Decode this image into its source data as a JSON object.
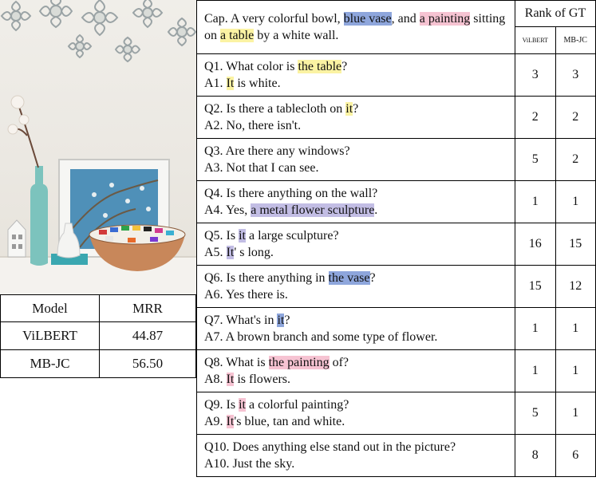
{
  "caption": {
    "pre": "Cap. A very colorful bowl, ",
    "h1": "blue vase",
    "mid1": ", and ",
    "h2": "a painting",
    "mid2": " sitting on ",
    "h3": "a table",
    "post": " by a white wall."
  },
  "rank_header": "Rank of GT",
  "rank_columns": [
    "ViLBERT",
    "MB-JC"
  ],
  "rounds": [
    {
      "q": [
        "Q1. What color is ",
        "the table",
        "?"
      ],
      "qh": "yellow",
      "a": [
        "A1. ",
        "It",
        " is white."
      ],
      "ah": "yellow",
      "ranks": [
        "3",
        "3"
      ]
    },
    {
      "q": [
        "Q2. Is there a tablecloth on ",
        "it",
        "?"
      ],
      "qh": "yellow",
      "a": [
        "A2. No, there isn't.",
        "",
        ""
      ],
      "ah": "",
      "ranks": [
        "2",
        "2"
      ]
    },
    {
      "q": [
        "Q3. Are there any windows?",
        "",
        ""
      ],
      "qh": "",
      "a": [
        "A3. Not that I can see.",
        "",
        ""
      ],
      "ah": "",
      "ranks": [
        "5",
        "2"
      ]
    },
    {
      "q": [
        "Q4. Is there anything on the wall?",
        "",
        ""
      ],
      "qh": "",
      "a": [
        "A4. Yes, ",
        "a metal flower sculpture",
        "."
      ],
      "ah": "violet",
      "ranks": [
        "1",
        "1"
      ]
    },
    {
      "q": [
        "Q5. Is ",
        "it",
        " a large sculpture?"
      ],
      "qh": "violet",
      "a": [
        "A5. ",
        "It",
        "' s long."
      ],
      "ah": "violet",
      "ranks": [
        "16",
        "15"
      ]
    },
    {
      "q": [
        "Q6. Is there anything in ",
        "the vase",
        "?"
      ],
      "qh": "blue",
      "a": [
        "A6. Yes there is.",
        "",
        ""
      ],
      "ah": "",
      "ranks": [
        "15",
        "12"
      ]
    },
    {
      "q": [
        "Q7. What's in ",
        "it",
        "?"
      ],
      "qh": "blue",
      "a": [
        "A7. A brown branch and some type of flower.",
        "",
        ""
      ],
      "ah": "",
      "ranks": [
        "1",
        "1"
      ]
    },
    {
      "q": [
        "Q8. What is ",
        "the painting",
        " of?"
      ],
      "qh": "pink",
      "a": [
        "A8. ",
        "It",
        " is flowers."
      ],
      "ah": "pink",
      "ranks": [
        "1",
        "1"
      ]
    },
    {
      "q": [
        "Q9. Is ",
        "it",
        " a colorful painting?"
      ],
      "qh": "pink",
      "a": [
        "A9. ",
        "It",
        "'s blue, tan and white."
      ],
      "ah": "pink",
      "ranks": [
        "5",
        "1"
      ]
    },
    {
      "q": [
        "Q10. Does anything else stand out in the picture?",
        "",
        ""
      ],
      "qh": "",
      "a": [
        "A10. Just the sky.",
        "",
        ""
      ],
      "ah": "",
      "ranks": [
        "8",
        "6"
      ]
    }
  ],
  "mrr_table": {
    "headers": [
      "Model",
      "MRR"
    ],
    "rows": [
      [
        "ViLBERT",
        "44.87"
      ],
      [
        "MB-JC",
        "56.50"
      ]
    ]
  },
  "colors": {
    "yellow": "#fbf3a3",
    "blue": "#8ea6dc",
    "pink": "#f6c3d2",
    "violet": "#c2bde4"
  }
}
